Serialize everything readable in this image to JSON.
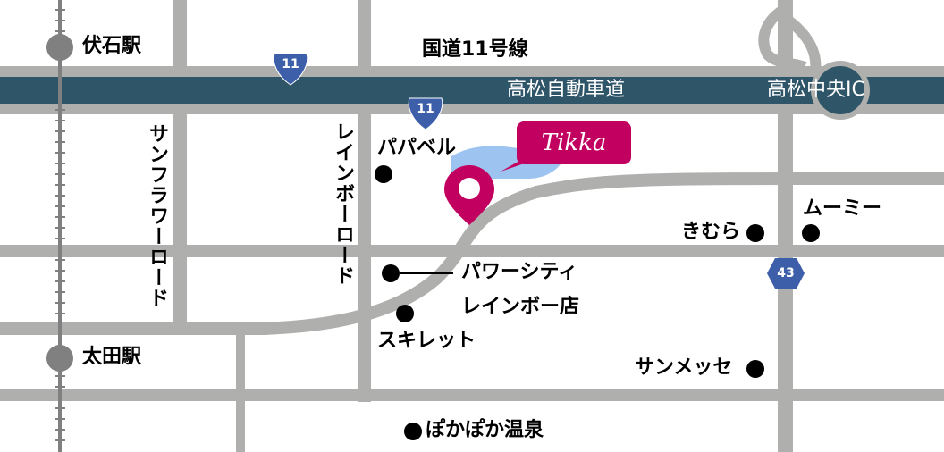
{
  "map": {
    "colors": {
      "road": "#afafad",
      "expressway": "#2f5568",
      "rail": "#808080",
      "brand": "#c2005f",
      "parking_area": "#9dc3f0",
      "route_shield": "#3d5faa",
      "poi_dot": "#000000"
    },
    "store": {
      "name": "Tikka",
      "marker_icon": "map-pin-icon"
    },
    "stations": [
      {
        "name": "伏石駅"
      },
      {
        "name": "太田駅"
      }
    ],
    "roads": {
      "national_route": "国道11号線",
      "expressway": "高松自動車道",
      "interchange": "高松中央IC",
      "sunflower_road": "サンフラワーロード",
      "rainbow_road": "レインボーロード"
    },
    "route_shields": [
      {
        "number": "11",
        "type": "national"
      },
      {
        "number": "11",
        "type": "national"
      },
      {
        "number": "43",
        "type": "prefectural"
      }
    ],
    "landmarks": [
      {
        "name": "パパベル"
      },
      {
        "name": "パワーシティ",
        "name_line2": "レインボー店"
      },
      {
        "name": "スキレット"
      },
      {
        "name": "きむら"
      },
      {
        "name": "ムーミー"
      },
      {
        "name": "サンメッセ"
      },
      {
        "name": "ぽかぽか温泉"
      }
    ]
  }
}
